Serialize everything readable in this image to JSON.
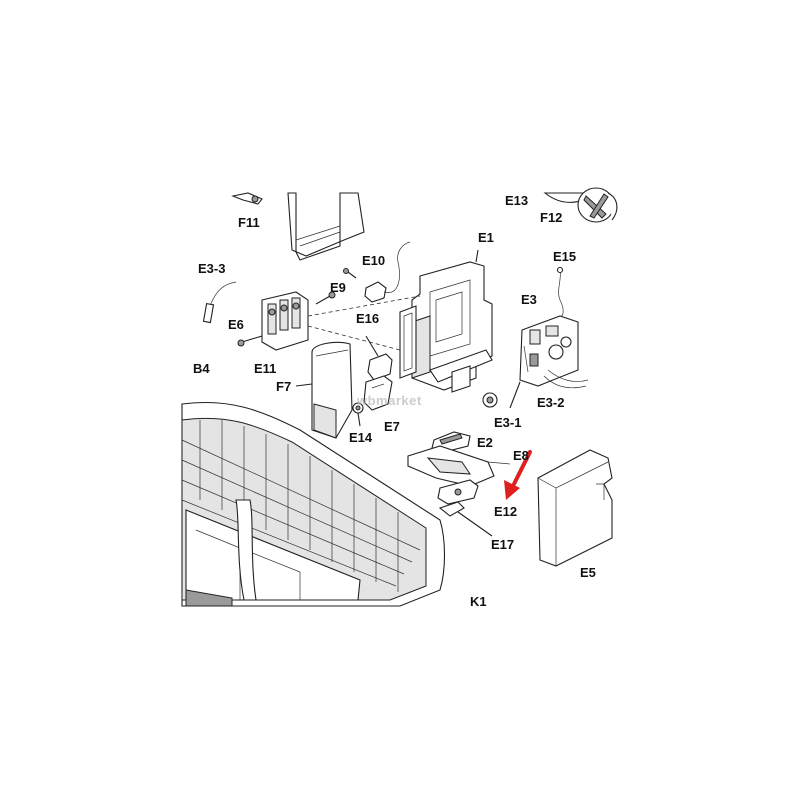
{
  "diagram": {
    "labels": {
      "f11": "F11",
      "e13": "E13",
      "f12": "F12",
      "e1": "E1",
      "e15": "E15",
      "e3_3": "E3-3",
      "e10": "E10",
      "e9": "E9",
      "e3": "E3",
      "e6": "E6",
      "e16": "E16",
      "e11": "E11",
      "b4": "B4",
      "f7": "F7",
      "e3_2": "E3-2",
      "e3_1": "E3-1",
      "e14": "E14",
      "e7": "E7",
      "e2": "E2",
      "e8": "E8",
      "e12": "E12",
      "e17": "E17",
      "e5": "E5",
      "k1": "K1"
    },
    "watermark": "wbmarket",
    "arrow_color": "#e02020"
  }
}
